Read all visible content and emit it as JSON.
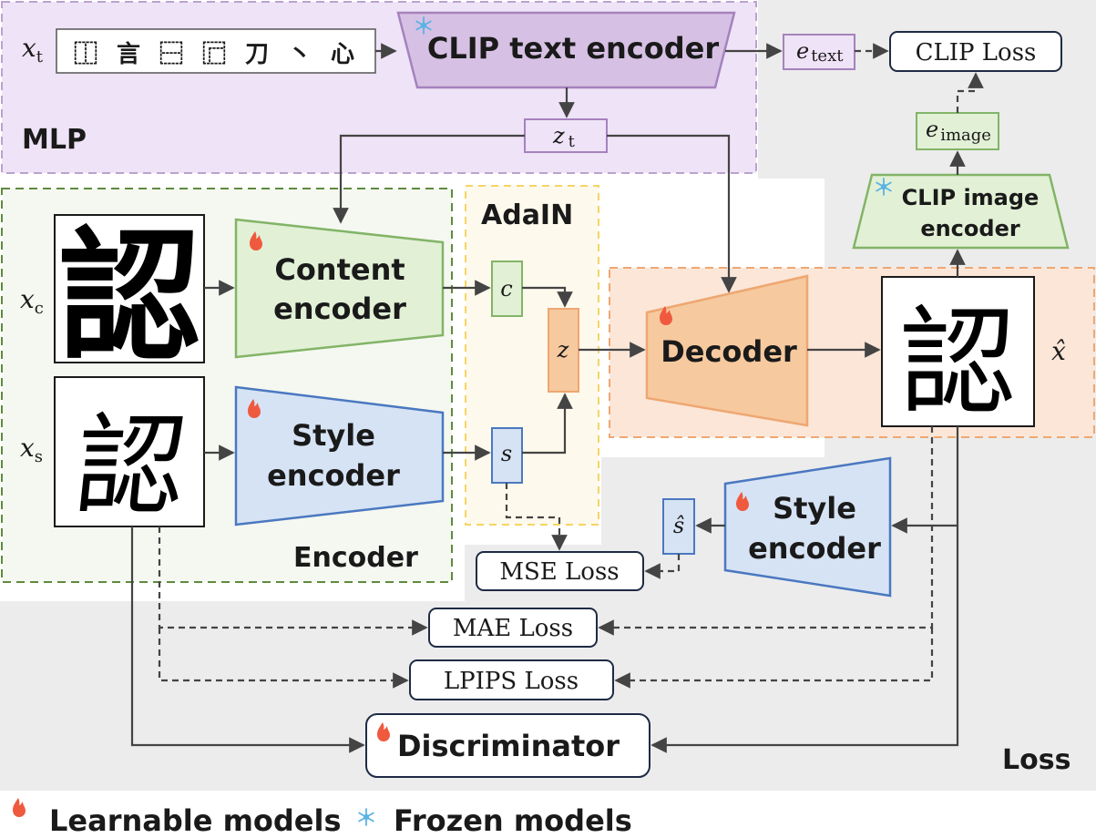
{
  "regions": {
    "mlp": "MLP",
    "adain": "AdaIN",
    "encoder": "Encoder",
    "loss": "Loss"
  },
  "inputs": {
    "x_t": "x",
    "x_t_sub": "t",
    "x_c": "x",
    "x_c_sub": "c",
    "x_s": "x",
    "x_s_sub": "s",
    "x_hat": "x̂",
    "text_components": [
      "⿰",
      "言",
      "⿱",
      "⿸",
      "刀",
      "丶",
      "心"
    ],
    "char_content": "認",
    "char_style": "認",
    "char_output": "認"
  },
  "modules": {
    "clip_text": "CLIP text encoder",
    "clip_image_line1": "CLIP image",
    "clip_image_line2": "encoder",
    "content_enc_line1": "Content",
    "content_enc_line2": "encoder",
    "style_enc_line1": "Style",
    "style_enc_line2": "encoder",
    "style_enc2_line1": "Style",
    "style_enc2_line2": "encoder",
    "decoder": "Decoder",
    "discriminator": "Discriminator"
  },
  "tensors": {
    "e_text": "e",
    "e_text_sub": "text",
    "e_image": "e",
    "e_image_sub": "image",
    "z_t": "z",
    "z_t_sub": "t",
    "c": "c",
    "z": "z",
    "s": "s",
    "s_hat": "ŝ"
  },
  "losses": {
    "clip": "CLIP Loss",
    "mse": "MSE Loss",
    "mae": "MAE Loss",
    "lpips": "LPIPS Loss"
  },
  "legend": {
    "learnable": "Learnable models",
    "frozen": "Frozen models"
  },
  "icons": {
    "learnable": "flame-icon",
    "frozen": "snowflake-icon"
  },
  "colors": {
    "mlp_fill": "#efe3f7",
    "mlp_border": "#b9a3cc",
    "clip_text_fill": "#d6c1e4",
    "clip_text_border": "#a582be",
    "green_fill": "#e2f0d6",
    "green_border": "#82b467",
    "blue_fill": "#d6e3f4",
    "blue_border": "#4a78c0",
    "orange_fill": "#f6c99e",
    "orange_border": "#eea772",
    "orange_region": "#fbe6d8",
    "adain_border": "#f5d463",
    "encoder_border": "#5e8a3e",
    "loss_gray": "#ececec",
    "navy": "#1e2b45",
    "flame": "#ef5a3f",
    "snow": "#5ab3e3"
  }
}
